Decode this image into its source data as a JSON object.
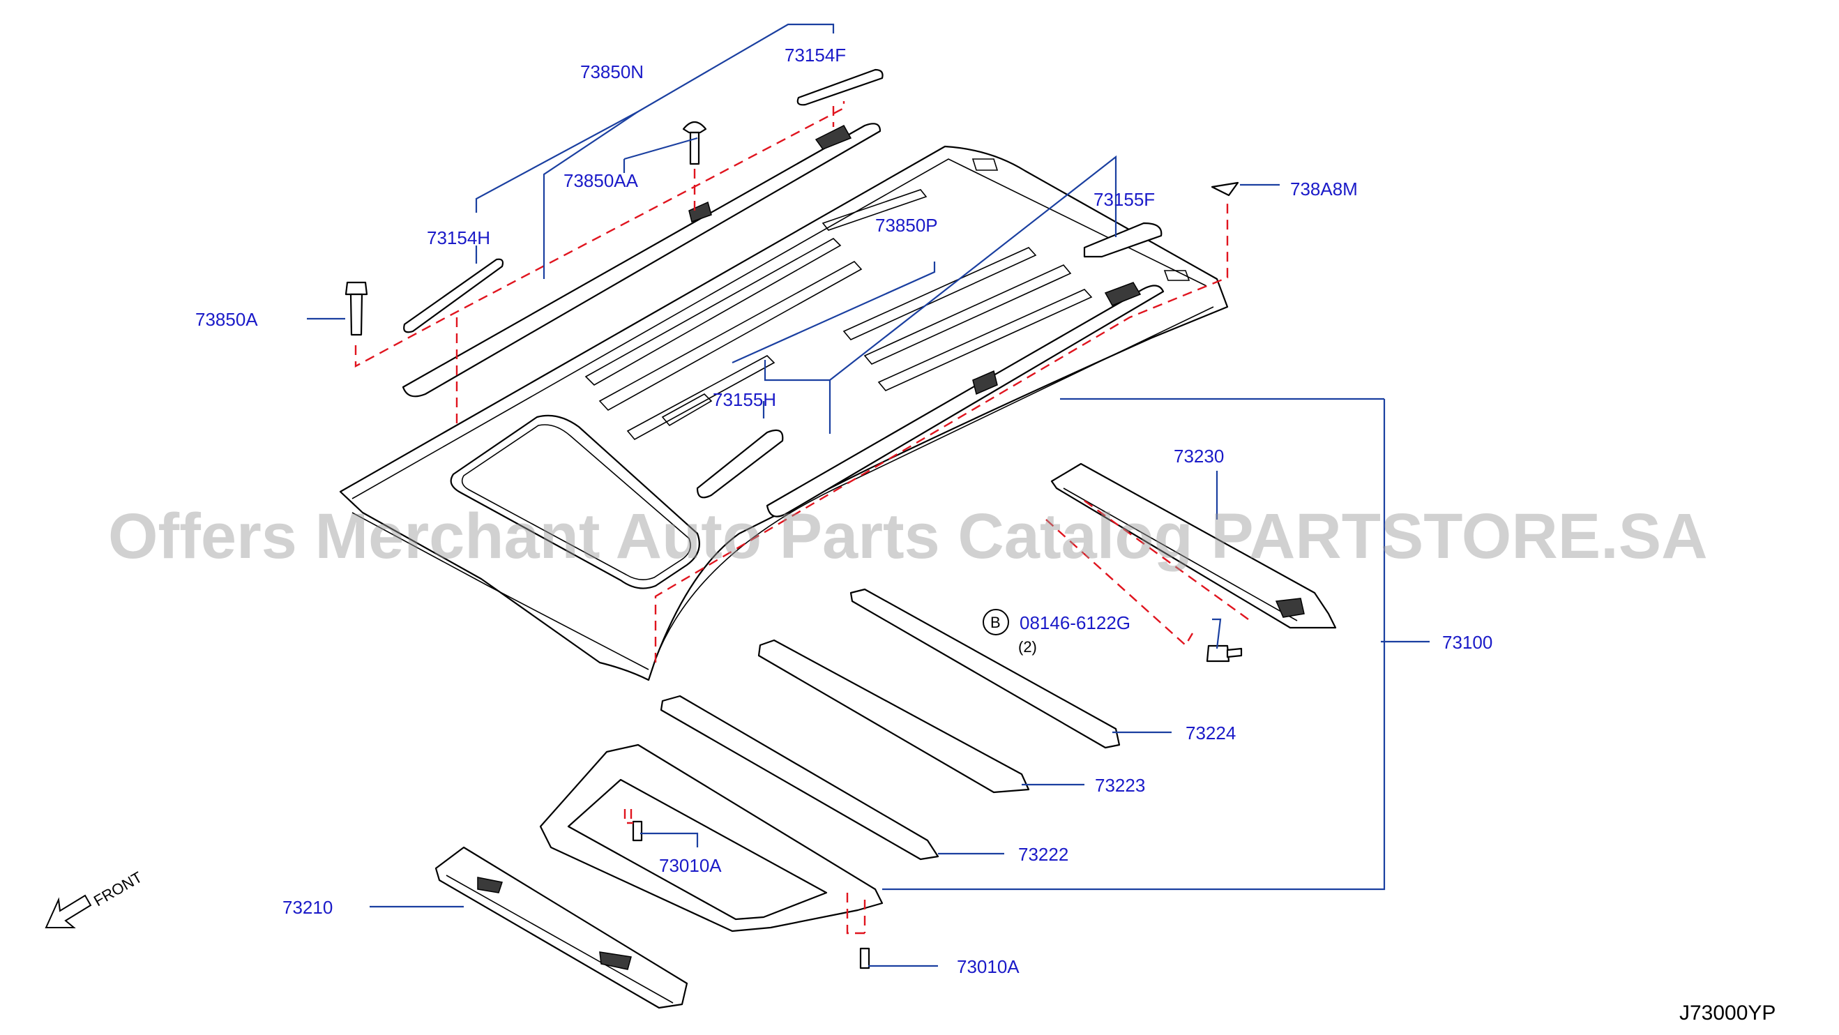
{
  "diagram": {
    "watermark": "Offers Merchant Auto Parts Catalog PARTSTORE.SA",
    "diagram_code": "J73000YP",
    "front_label": "FRONT",
    "bolt_marker": "B",
    "bolt_quantity": "(2)",
    "colors": {
      "label": "#1a1ac8",
      "leader": "#1a3fa0",
      "dashed": "#e0141e",
      "outline": "#000000"
    },
    "labels": {
      "p73850N": "73850N",
      "p73154F": "73154F",
      "p73850AA": "73850AA",
      "p73154H": "73154H",
      "p73850A": "73850A",
      "p73850P": "73850P",
      "p73155F": "73155F",
      "p738A8M": "738A8M",
      "p73155H": "73155H",
      "p73230": "73230",
      "p08146": "08146-6122G",
      "p73100": "73100",
      "p73224": "73224",
      "p73223": "73223",
      "p73222": "73222",
      "p73010A_1": "73010A",
      "p73010A_2": "73010A",
      "p73210": "73210"
    }
  }
}
